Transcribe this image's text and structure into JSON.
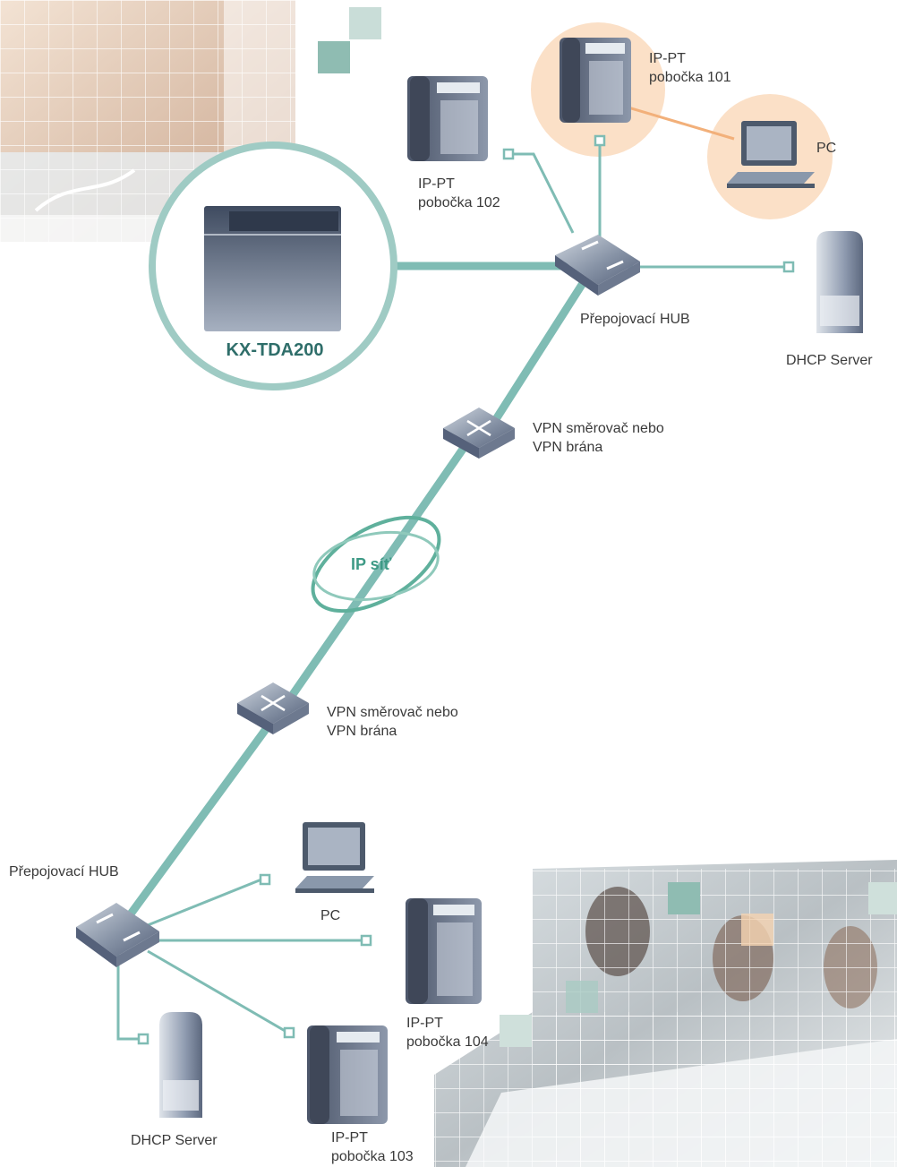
{
  "colors": {
    "link": "#7fbcb4",
    "link_dark": "#5fa39a",
    "peach": "#fbe0c7",
    "orange_link": "#f2b07a",
    "device": "#8a98ab",
    "device_dark": "#4d5a6c",
    "pbx_text": "#2f6e6a",
    "ipnet_text": "#3e9a86",
    "label_text": "#3a3a3a"
  },
  "pbx": {
    "name": "KX-TDA200"
  },
  "ip_network": {
    "label": "IP síť"
  },
  "site_a": {
    "hub": {
      "label": "Přepojovací HUB"
    },
    "vpn": {
      "line1": "VPN směrovač nebo",
      "line2": "VPN brána"
    },
    "dhcp": {
      "label": "DHCP Server"
    },
    "phone_101": {
      "line1": "IP-PT",
      "line2": "pobočka 101"
    },
    "phone_102": {
      "line1": "IP-PT",
      "line2": "pobočka 102"
    },
    "pc": {
      "label": "PC"
    }
  },
  "site_b": {
    "hub": {
      "label": "Přepojovací HUB"
    },
    "vpn": {
      "line1": "VPN směrovač nebo",
      "line2": "VPN brána"
    },
    "dhcp": {
      "label": "DHCP Server"
    },
    "phone_103": {
      "line1": "IP-PT",
      "line2": "pobočka 103"
    },
    "phone_104": {
      "line1": "IP-PT",
      "line2": "pobočka 104"
    },
    "pc": {
      "label": "PC"
    }
  }
}
